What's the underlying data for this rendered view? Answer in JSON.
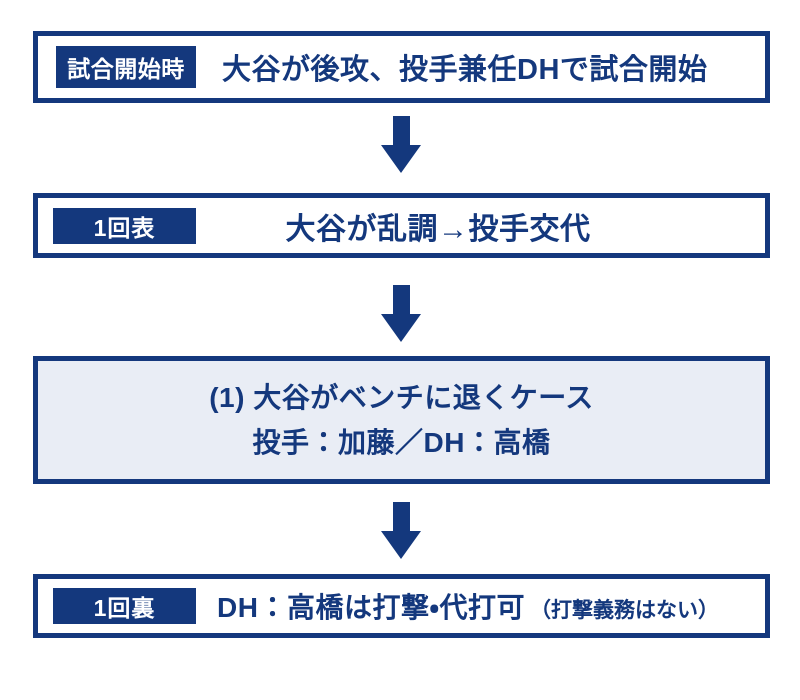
{
  "colors": {
    "accent": "#14387d",
    "highlight_bg": "#e9edf5",
    "label_text": "#ffffff"
  },
  "flow": {
    "step1": {
      "label": "試合開始時",
      "text": "大谷が後攻、投手兼任DHで試合開始"
    },
    "step2": {
      "label": "1回表",
      "text": "大谷が乱調→投手交代"
    },
    "case": {
      "line1": "(1) 大谷がベンチに退くケース",
      "line2": "投手：加藤／DH：高橋"
    },
    "step3": {
      "label": "1回裏",
      "text": "DH：高橋は打撃・代打可",
      "note": "（打撃義務はない）"
    }
  },
  "icons": {
    "connector": "down-arrow"
  }
}
